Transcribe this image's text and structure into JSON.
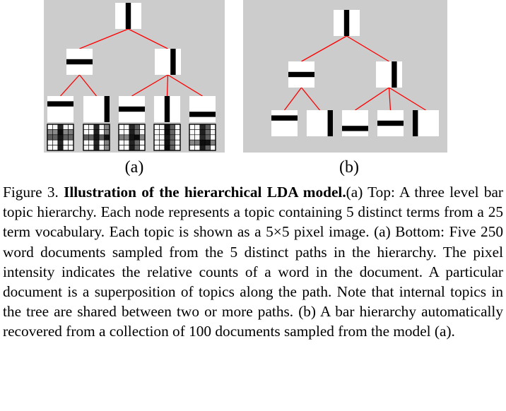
{
  "figure": {
    "label_a": "(a)",
    "label_b": "(b)",
    "caption_label": "Figure 3.",
    "caption_title": "Illustration of the hierarchical LDA model.",
    "caption_body": "(a) Top: A three level bar topic hierarchy. Each node represents a topic containing 5 distinct terms from a 25 term vocabulary. Each topic is shown as a 5×5 pixel image. (a) Bottom: Five 250 word documents sampled from the 5 distinct paths in the hierarchy. The pixel intensity indicates the relative counts of a word in the document. A particular document is a superposition of topics along the path. Note that internal topics in the tree are shared between two or more paths. (b) A bar hierarchy automatically recovered from a collection of 100 documents sampled from the model (a)."
  },
  "colors": {
    "panel_background": "#cccccc",
    "edge": "#ff0000",
    "node_background": "#ffffff",
    "bar": "#000000"
  },
  "topics_a": {
    "root": "v2",
    "level2": [
      "h2",
      "v3"
    ],
    "level3": [
      "h1",
      "v4",
      "h2",
      "v2",
      "h3"
    ]
  },
  "topics_b": {
    "root": "v2",
    "level2": [
      "h2",
      "v3"
    ],
    "level3": [
      "h1",
      "v4",
      "h3",
      "h2",
      "v0"
    ]
  }
}
